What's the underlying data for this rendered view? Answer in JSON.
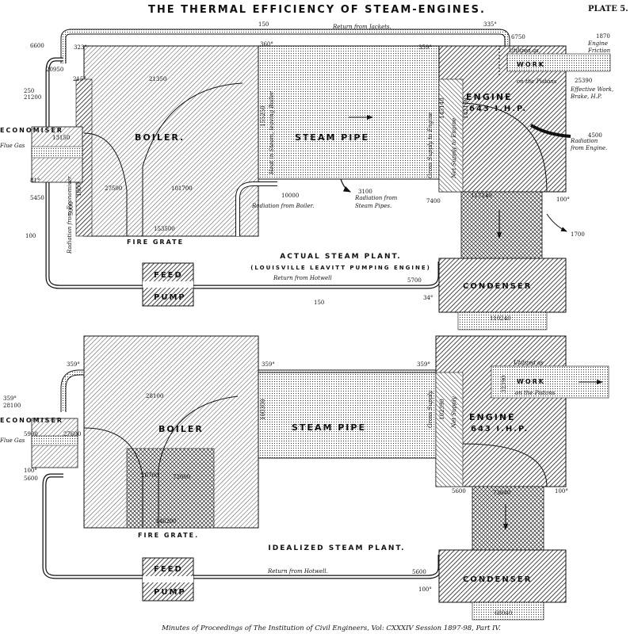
{
  "header": {
    "title": "THE THERMAL EFFICIENCY OF STEAM-ENGINES.",
    "plate": "PLATE 5."
  },
  "footer": {
    "citation": "Minutes of Proceedings of The Institution of Civil Engineers, Vol: CXXXIV Session 1897-98, Part IV."
  },
  "actual": {
    "title": "ACTUAL STEAM PLANT.",
    "subtitle": "(LOUISVILLE LEAVITT PUMPING ENGINE)",
    "labels": {
      "economiser": "ECONOMISER",
      "boiler": "BOILER.",
      "steam_pipe": "STEAM PIPE",
      "engine": "ENGINE",
      "engine_power": "643 I.H.P.",
      "fire_grate": "FIRE GRATE",
      "feed": "FEED",
      "pump": "PUMP",
      "condenser": "CONDENSER",
      "work": "WORK",
      "utilized_as": "Utilized as",
      "on_pistons": "on the Pistons",
      "return_jackets": "Return from Jackets.",
      "return_hotwell": "Return from Hotwell",
      "radiation_boiler": "Radiation from Boiler.",
      "radiation_pipe_1": "Radiation from",
      "radiation_pipe_2": "Steam Pipes.",
      "radiation_engine_1": "Radiation",
      "radiation_engine_2": "from Engine.",
      "radiation_economiser": "Radiation from Economiser",
      "engine_friction_1": "Engine",
      "engine_friction_2": "Friction",
      "effective_work_1": "Effective Work,",
      "effective_work_2": "Brake, H.P.",
      "flue_gas": "Flue Gas",
      "heat_boiler_steam": "Heat in Steam, leaving Boiler",
      "gross_supply": "Gross Supply to Engine",
      "net_supply": "Net Supply to Engine"
    },
    "values": {
      "v150_top": "150",
      "v335": "335°",
      "v6750": "6750",
      "v1870": "1870",
      "v6600": "6600",
      "v323": "323°",
      "v360": "360°",
      "v359": "359°",
      "v20950": "20950",
      "v215": "215°",
      "v21350": "21350",
      "v25390": "25390",
      "v21200": "21200",
      "v250": "250",
      "v155250": "155250",
      "v145140": "145140",
      "v142150": "142150",
      "v4500": "4500",
      "v13150": "13150",
      "v81": "81°",
      "v1000": "1000",
      "v5000": "5000",
      "v27500": "27500",
      "v101700": "101700",
      "v10000": "10000",
      "v3100": "3100",
      "v7400": "7400",
      "v117240": "117240",
      "v100a": "100°",
      "v5450": "5450",
      "v100": "100",
      "v153500": "153500",
      "v1700": "1700",
      "v5700": "5700",
      "v34": "34°",
      "v150_bottom": "150",
      "v110240": "110240"
    }
  },
  "idealized": {
    "title": "IDEALIZED STEAM PLANT.",
    "labels": {
      "economiser": "ECONOMISER",
      "boiler": "BOILER",
      "steam_pipe": "STEAM PIPE",
      "engine": "ENGINE",
      "engine_power": "643 I.H.P.",
      "fire_grate": "FIRE GRATE.",
      "feed": "FEED",
      "pump": "PUMP",
      "condenser": "CONDENSER",
      "work": "WORK",
      "utilized_as": "Utilized as",
      "on_pistons": "on the Pistons",
      "return_hotwell": "Return from Hotwell.",
      "flue_gas": "Flue Gas",
      "gross_supply": "Gross Supply",
      "net_supply": "Net Supply"
    },
    "values": {
      "v359a": "359°",
      "v359b": "359°",
      "v359c": "359°",
      "v359d": "359°",
      "v28100a": "28100",
      "v28100b": "28100",
      "v27600": "27600",
      "v5900": "5900",
      "v100a": "100°",
      "v5600a": "5600",
      "v100300": "100300",
      "v102390": "102390",
      "v32390": "32390",
      "v72600": "72600",
      "v146200": "146200",
      "v26700": "26700",
      "v5600b": "5600",
      "v73640": "73640",
      "v100b": "100°",
      "v5600c": "5600",
      "v100c": "100°",
      "v68040": "68040"
    }
  }
}
